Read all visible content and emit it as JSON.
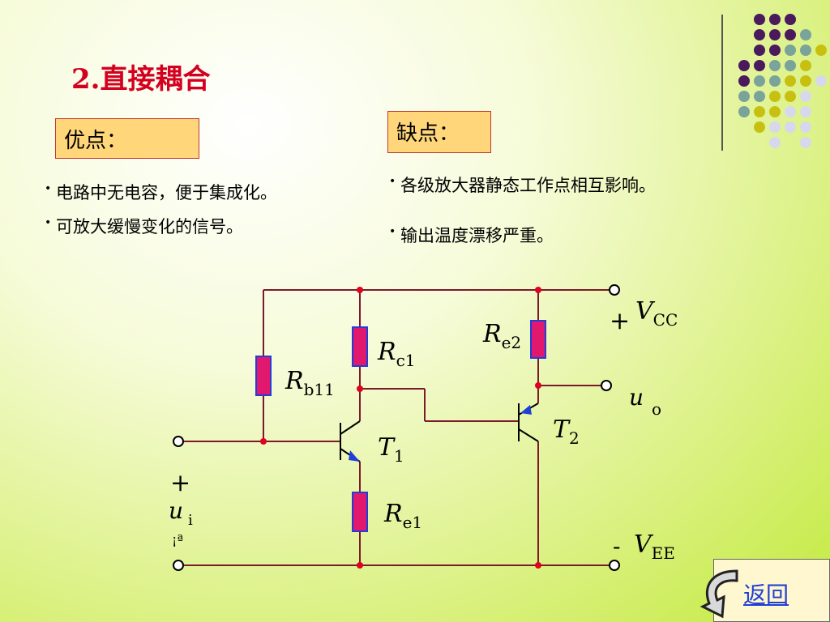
{
  "title": "2.直接耦合",
  "pros": {
    "label": "优点：",
    "items": [
      "电路中无电容，便于集成化。",
      "可放大缓慢变化的信号。"
    ]
  },
  "cons": {
    "label": "缺点：",
    "items": [
      "各级放大器静态工作点相互影响。",
      "输出温度漂移严重。"
    ]
  },
  "circuit": {
    "rc1": {
      "main": "R",
      "sub": "c1"
    },
    "rb11": {
      "main": "R",
      "sub": "b11"
    },
    "re1": {
      "main": "R",
      "sub": "e1"
    },
    "re2": {
      "main": "R",
      "sub": "e2"
    },
    "t1": {
      "main": "T",
      "sub": "1"
    },
    "t2": {
      "main": "T",
      "sub": "2"
    },
    "vcc": {
      "sign": "+",
      "main": "V",
      "sub": "CC"
    },
    "vee": {
      "sign": "-",
      "main": "V",
      "sub": "EE"
    },
    "uo": {
      "main": "u",
      "sub": "o"
    },
    "ui": {
      "plus": "+",
      "main": "u",
      "sub": "i",
      "minus": "¡ª"
    }
  },
  "nav": {
    "return_label": "返回"
  },
  "colors": {
    "title": "#d4001f",
    "resistor": "#e0186e",
    "wire": "#7a1a2a",
    "node": "#e00020"
  }
}
